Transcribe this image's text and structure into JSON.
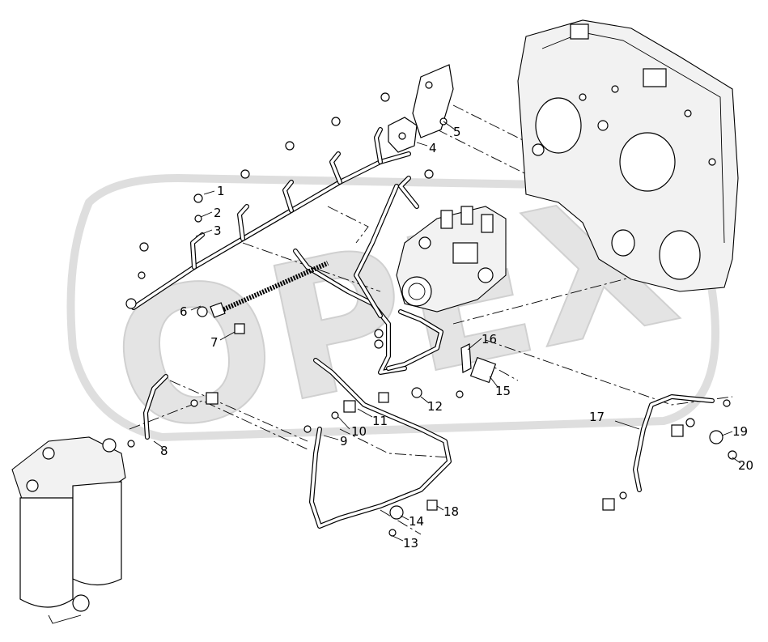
{
  "watermark": {
    "text": "OPEX",
    "color": "#d9d9d9"
  },
  "callouts": [
    {
      "id": "1",
      "label": "1"
    },
    {
      "id": "2",
      "label": "2"
    },
    {
      "id": "3",
      "label": "3"
    },
    {
      "id": "4",
      "label": "4"
    },
    {
      "id": "5",
      "label": "5"
    },
    {
      "id": "6",
      "label": "6"
    },
    {
      "id": "7",
      "label": "7"
    },
    {
      "id": "8",
      "label": "8"
    },
    {
      "id": "9",
      "label": "9"
    },
    {
      "id": "10",
      "label": "10"
    },
    {
      "id": "11",
      "label": "11"
    },
    {
      "id": "12",
      "label": "12"
    },
    {
      "id": "13",
      "label": "13"
    },
    {
      "id": "14",
      "label": "14"
    },
    {
      "id": "15",
      "label": "15"
    },
    {
      "id": "16",
      "label": "16"
    },
    {
      "id": "17",
      "label": "17"
    },
    {
      "id": "18",
      "label": "18"
    },
    {
      "id": "19",
      "label": "19"
    },
    {
      "id": "20",
      "label": "20"
    }
  ]
}
